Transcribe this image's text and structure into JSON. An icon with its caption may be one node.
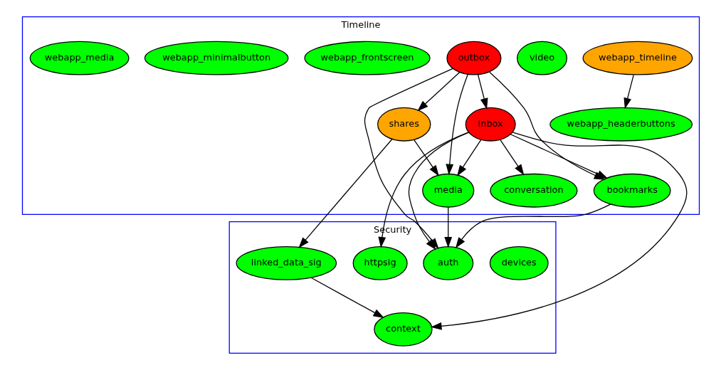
{
  "diagram": {
    "nodes": [
      {
        "text": [
          "Timeline"
        ]
      },
      {
        "text": [
          "webapp_timeline"
        ],
        "in": 0
      },
      {
        "text": [
          "video"
        ],
        "in": 0
      },
      {
        "text": [
          "outbox"
        ],
        "in": 0
      },
      {
        "text": [
          "webapp_frontscreen"
        ],
        "in": 0
      },
      {
        "text": [
          "webapp_minimalbutton"
        ],
        "in": 0
      },
      {
        "text": [
          "webapp_media"
        ],
        "in": 0
      },
      {
        "text": [
          "webapp_headerbuttons"
        ],
        "in": 0
      },
      {
        "text": [
          "shares"
        ],
        "in": 0
      },
      {
        "text": [
          "inbox"
        ],
        "in": 0
      },
      {
        "text": [
          "media"
        ],
        "in": 0
      },
      {
        "text": [
          "conversation"
        ],
        "in": 0
      },
      {
        "text": [
          "bookmarks"
        ],
        "in": 0
      },
      {
        "text": [
          "Security"
        ]
      },
      {
        "text": [
          "devices"
        ],
        "in": 13
      },
      {
        "text": [
          "linked_data_sig"
        ],
        "in": 13
      },
      {
        "text": [
          "auth"
        ],
        "in": 13
      },
      {
        "text": [
          "httpsig"
        ],
        "in": 13
      },
      {
        "text": [
          "context"
        ],
        "in": 13
      }
    ],
    "edges": [
      {
        "from": 1,
        "to": 7,
        "arrow": "to"
      },
      {
        "from": 3,
        "to": 8,
        "arrow": "to"
      },
      {
        "from": 3,
        "to": 10,
        "arrow": "to"
      },
      {
        "from": 3,
        "to": 9,
        "arrow": "to"
      },
      {
        "from": 3,
        "to": 12,
        "arrow": "to"
      },
      {
        "from": 3,
        "to": 16,
        "arrow": "to"
      },
      {
        "from": 8,
        "to": 10,
        "arrow": "to"
      },
      {
        "from": 8,
        "to": 15,
        "arrow": "to"
      },
      {
        "from": 9,
        "to": 10,
        "arrow": "to"
      },
      {
        "from": 9,
        "to": 11,
        "arrow": "to"
      },
      {
        "from": 9,
        "to": 12,
        "arrow": "to"
      },
      {
        "from": 9,
        "to": 16,
        "arrow": "to"
      },
      {
        "from": 9,
        "to": 17,
        "arrow": "to"
      },
      {
        "from": 9,
        "to": 18,
        "arrow": "to"
      },
      {
        "from": 10,
        "to": 16,
        "arrow": "to"
      },
      {
        "from": 12,
        "to": 16,
        "arrow": "to"
      },
      {
        "from": 15,
        "to": 18,
        "arrow": "to"
      }
    ]
  }
}
